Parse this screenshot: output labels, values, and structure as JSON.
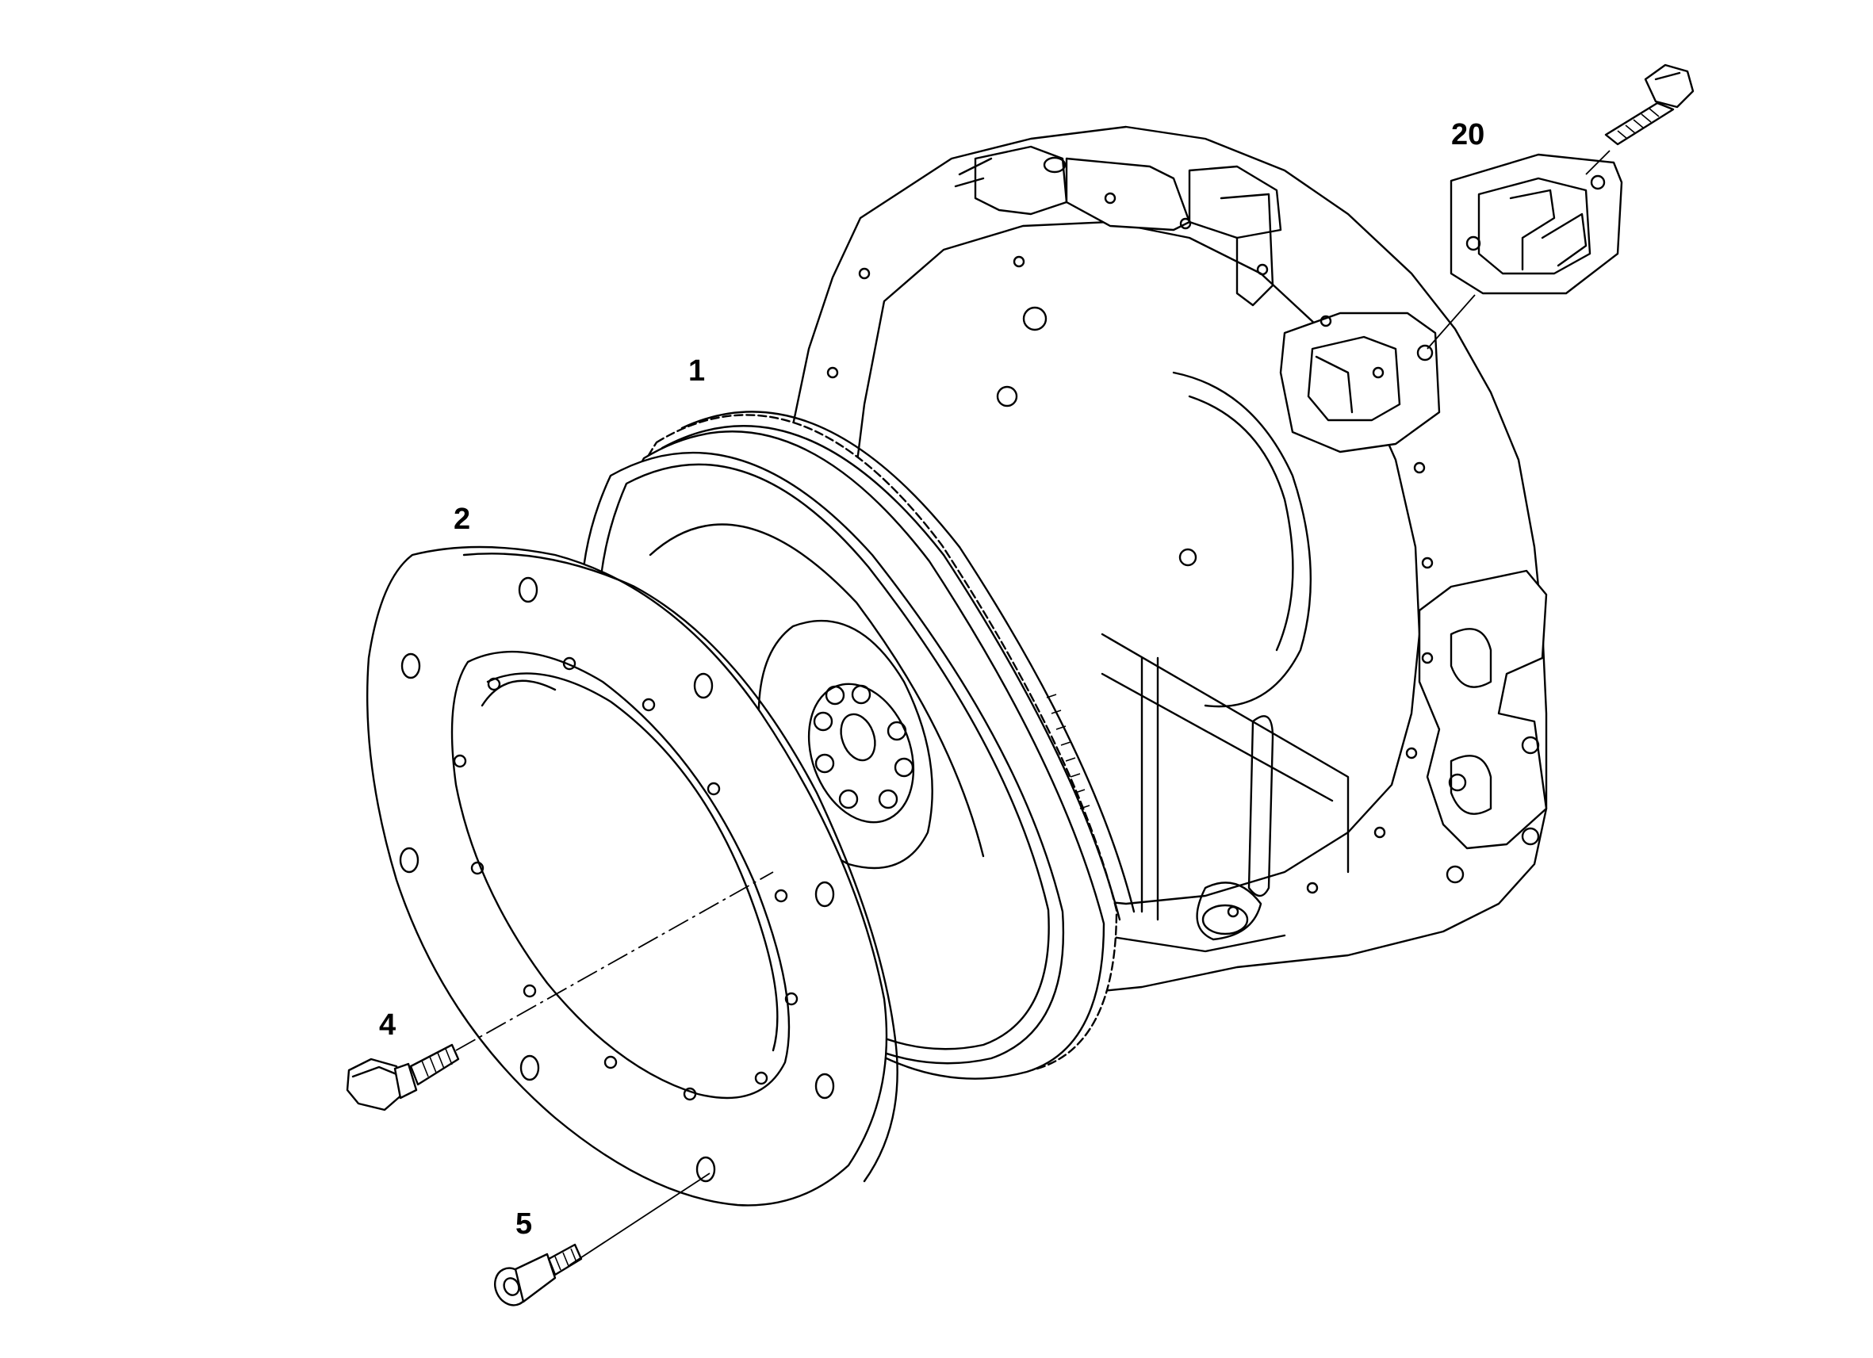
{
  "callouts": {
    "flywheel": "1",
    "adapter_ring": "2",
    "flange_bolt": "4",
    "socket_screw": "5",
    "cover_plate": "20"
  },
  "colors": {
    "line": "#000000",
    "background": "#ffffff"
  }
}
